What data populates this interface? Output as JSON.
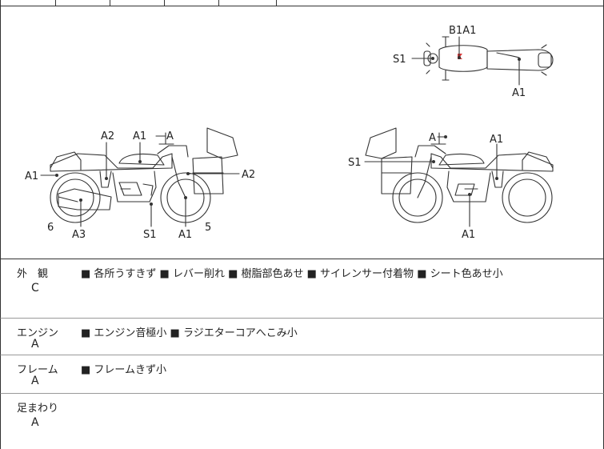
{
  "diagram": {
    "top_view": {
      "labels": [
        "B1A1",
        "S1",
        "A1"
      ]
    },
    "left_view": {
      "labels": [
        "A2",
        "A1",
        "A",
        "A1",
        "6",
        "A3",
        "S1",
        "A1",
        "5",
        "A2"
      ]
    },
    "right_view": {
      "labels": [
        "A",
        "A1",
        "S1",
        "A1"
      ]
    }
  },
  "sections": [
    {
      "label": "外　観",
      "grade": "C",
      "notes": "■ 各所うすきず ■ レバー削れ ■ 樹脂部色あせ ■ サイレンサー付着物 ■ シート色あせ小"
    },
    {
      "label": "エンジン",
      "grade": "A",
      "notes": "■ エンジン音極小 ■ ラジエターコアへこみ小"
    },
    {
      "label": "フレーム",
      "grade": "A",
      "notes": "■ フレームきず小"
    },
    {
      "label": "足まわり",
      "grade": "A",
      "notes": ""
    }
  ],
  "colors": {
    "marker": "#d93b3b",
    "line": "#333333"
  },
  "icons": [
    "motorcycle-top-view-icon",
    "motorcycle-left-view-icon",
    "motorcycle-right-view-icon"
  ]
}
